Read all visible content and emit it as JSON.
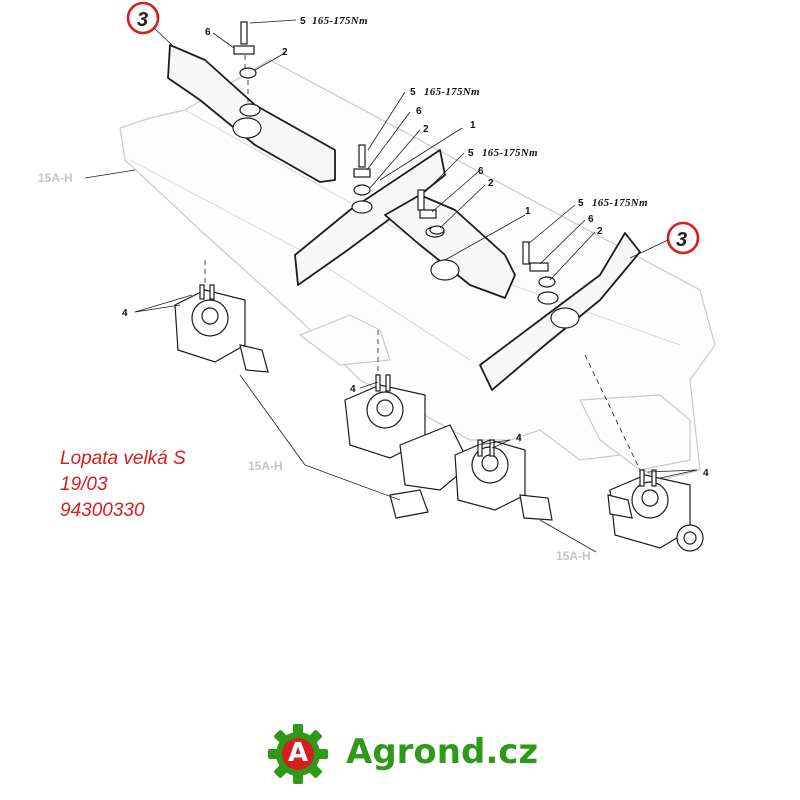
{
  "diagram": {
    "part_numbers": {
      "one": "1",
      "two": "2",
      "three": "3",
      "four": "4",
      "five": "5",
      "six": "6"
    },
    "torque": "165-175Nm",
    "frame_ref": "15A-H",
    "colors": {
      "info_text": "#d81d1d",
      "callout_ring": "#d81d1d",
      "brand_green": "#2f9a19",
      "brand_red": "#d81d1d"
    }
  },
  "info": {
    "name": "Lopata velká S",
    "date": "19/03",
    "code": "94300330"
  },
  "brand": {
    "letter": "A",
    "name": "Agrond.cz",
    "icon": "gear-icon"
  }
}
